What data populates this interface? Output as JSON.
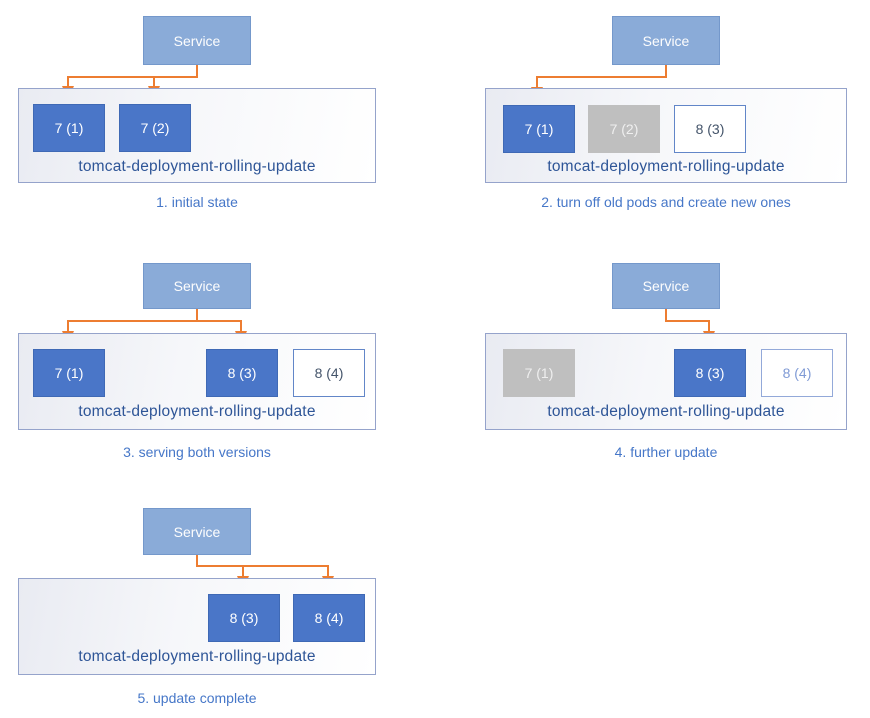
{
  "colors": {
    "service_fill": "#8aabd8",
    "service_border": "#7498cb",
    "container_border": "#95a3cb",
    "pod_active_fill": "#4a76c8",
    "pod_active_border": "#3f69b5",
    "pod_off_fill": "#bfbfbf",
    "pod_new_border": "#6286c8",
    "deployment_text": "#2e5597",
    "caption_text": "#4677c8",
    "arrow": "#ed7d31"
  },
  "panels": [
    {
      "caption": "1. initial state",
      "service_label": "Service",
      "deployment_label": "tomcat-deployment-rolling-update",
      "pods": [
        {
          "label": "7 (1)",
          "state": "active"
        },
        {
          "label": "7 (2)",
          "state": "active"
        }
      ]
    },
    {
      "caption": "2. turn off old pods and create new ones",
      "service_label": "Service",
      "deployment_label": "tomcat-deployment-rolling-update",
      "pods": [
        {
          "label": "7 (1)",
          "state": "active"
        },
        {
          "label": "7 (2)",
          "state": "off"
        },
        {
          "label": "8 (3)",
          "state": "new"
        }
      ]
    },
    {
      "caption": "3. serving both versions",
      "service_label": "Service",
      "deployment_label": "tomcat-deployment-rolling-update",
      "pods": [
        {
          "label": "7 (1)",
          "state": "active"
        },
        {
          "label": "8 (3)",
          "state": "active"
        },
        {
          "label": "8 (4)",
          "state": "new"
        }
      ]
    },
    {
      "caption": "4. further update",
      "service_label": "Service",
      "deployment_label": "tomcat-deployment-rolling-update",
      "pods": [
        {
          "label": "7 (1)",
          "state": "off"
        },
        {
          "label": "8 (3)",
          "state": "active"
        },
        {
          "label": "8 (4)",
          "state": "new-light"
        }
      ]
    },
    {
      "caption": "5. update complete",
      "service_label": "Service",
      "deployment_label": "tomcat-deployment-rolling-update",
      "pods": [
        {
          "label": "8 (3)",
          "state": "active"
        },
        {
          "label": "8 (4)",
          "state": "active"
        }
      ]
    }
  ]
}
